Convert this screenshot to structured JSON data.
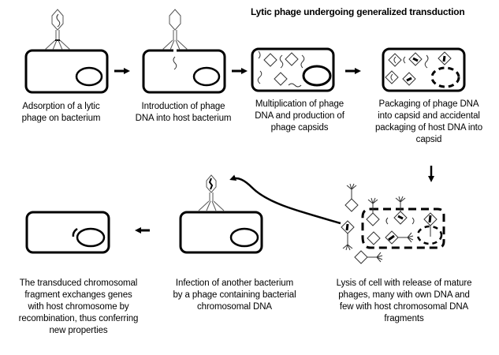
{
  "title": "Lytic phage undergoing generalized transduction",
  "steps": [
    {
      "id": 1,
      "caption": "Adsorption of a lytic\nphage on bacterium"
    },
    {
      "id": 2,
      "caption": "Introduction of phage\nDNA into host bacterium"
    },
    {
      "id": 3,
      "caption": "Multiplication of phage\nDNA and production of\nphage capsids"
    },
    {
      "id": 4,
      "caption": "Packaging of phage DNA\ninto capsid and accidental\npackaging of host DNA into\ncapsid"
    },
    {
      "id": 5,
      "caption": "Lysis of cell with release of mature\nphages, many with own DNA and\nfew with host chromosomal DNA\nfragments"
    },
    {
      "id": 6,
      "caption": "Infection of another bacterium\nby a phage containing bacterial\nchromosomal DNA"
    },
    {
      "id": 7,
      "caption": "The transduced chromosomal\nfragment exchanges genes\nwith host chromosome by\nrecombination, thus conferring\nnew properties"
    }
  ],
  "colors": {
    "stroke": "#000000",
    "background": "#ffffff",
    "phage_stroke": "#555555"
  }
}
